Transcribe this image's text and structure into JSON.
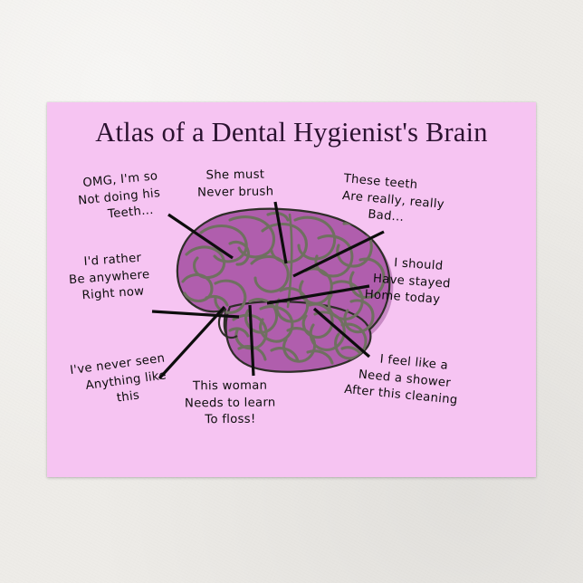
{
  "card": {
    "title": "Atlas of a Dental Hygienist's Brain",
    "background_color": "#f6c4f2",
    "backdrop_color": "#eeece8",
    "text_color": "#0d0d0d",
    "title_color": "#2b1230"
  },
  "illustration": {
    "name": "cartoon-brain",
    "fill_color": "#b05ead",
    "shadow_color": "#9a4f98",
    "outline_color": "#3a3a32",
    "gyri_color": "#6f7060"
  },
  "callouts": [
    {
      "id": "omg",
      "name": "callout-omg-not-doing-teeth",
      "lines": [
        "OMG, I'm so",
        "Not doing his",
        "Teeth..."
      ]
    },
    {
      "id": "rather",
      "name": "callout-id-rather-be-anywhere",
      "lines": [
        "I'd rather",
        "Be anywhere",
        "Right now"
      ]
    },
    {
      "id": "brush",
      "name": "callout-she-must-never-brush",
      "lines": [
        "She must",
        "Never brush"
      ]
    },
    {
      "id": "teeth",
      "name": "callout-these-teeth-really-bad",
      "lines": [
        "These teeth",
        "Are really, really",
        "Bad..."
      ]
    },
    {
      "id": "should",
      "name": "callout-should-have-stayed-home",
      "lines": [
        "I should",
        "Have stayed",
        "Home today"
      ]
    },
    {
      "id": "shower",
      "name": "callout-need-a-shower",
      "lines": [
        "I feel like a",
        "Need a shower",
        "After this cleaning"
      ]
    },
    {
      "id": "floss",
      "name": "callout-needs-to-learn-to-floss",
      "lines": [
        "This woman",
        "Needs to learn",
        "To floss!"
      ]
    },
    {
      "id": "never",
      "name": "callout-ive-never-seen-anything-like-this",
      "lines": [
        "I've never seen",
        "Anything like",
        "this"
      ]
    }
  ]
}
